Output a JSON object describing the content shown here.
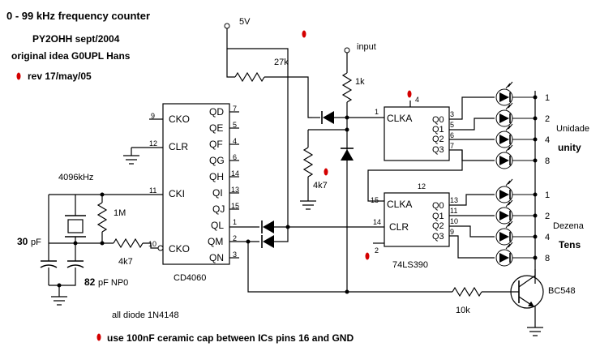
{
  "header": {
    "title": "0 - 99 kHz frequency counter",
    "author": "PY2OHH sept/2004",
    "origin": "original idea G0UPL Hans",
    "revision": "rev 17/may/05"
  },
  "labels": {
    "supply": "5V",
    "input": "input",
    "crystal_freq": "4096kHz",
    "r_27k": "27k",
    "r_1k": "1k",
    "r_4k7_bias": "4k7",
    "r_1m": "1M",
    "r_4k7_osc": "4k7",
    "r_10k": "10k",
    "cap1_value": "30",
    "cap1_unit": "pF",
    "cap2_value": "82",
    "cap2_unit": "pF NP0",
    "transistor": "BC548",
    "diodes_note": "all diode 1N4148",
    "bypass_note": "use 100nF ceramic cap between ICs pins 16 and GND",
    "unidade": "Unidade",
    "unity": "unity",
    "dezena": "Dezena",
    "tens": "Tens"
  },
  "cd4060": {
    "name": "CD4060",
    "left_pins": [
      {
        "label": "CKO",
        "num": "9"
      },
      {
        "label": "CLR",
        "num": "12"
      },
      {
        "label": "CKI",
        "num": "11"
      },
      {
        "label": "CKO",
        "num": "10"
      }
    ],
    "right_pins": [
      {
        "label": "QD",
        "num": "7"
      },
      {
        "label": "QE",
        "num": "5"
      },
      {
        "label": "QF",
        "num": "4"
      },
      {
        "label": "QG",
        "num": "6"
      },
      {
        "label": "QH",
        "num": "14"
      },
      {
        "label": "QI",
        "num": "13"
      },
      {
        "label": "QJ",
        "num": "15"
      },
      {
        "label": "QL",
        "num": "1"
      },
      {
        "label": "QM",
        "num": "2"
      },
      {
        "label": "QN",
        "num": "3"
      }
    ]
  },
  "ls390": {
    "name": "74LS390",
    "upper": {
      "clk": "CLKA",
      "clk_pin": "1",
      "top_pin": "4",
      "outputs": [
        {
          "label": "Q0",
          "num": "3"
        },
        {
          "label": "Q1",
          "num": "5"
        },
        {
          "label": "Q2",
          "num": "6"
        },
        {
          "label": "Q3",
          "num": "7"
        }
      ]
    },
    "lower": {
      "clk": "CLKA",
      "clk_pin": "15",
      "clr": "CLR",
      "clr_pin": "14",
      "top_pin": "12",
      "bottom_pin": "2",
      "outputs": [
        {
          "label": "Q0",
          "num": "13"
        },
        {
          "label": "Q1",
          "num": "11"
        },
        {
          "label": "Q2",
          "num": "10"
        },
        {
          "label": "Q3",
          "num": "9"
        }
      ]
    }
  },
  "led_weights_units": [
    "1",
    "2",
    "4",
    "8"
  ],
  "led_weights_tens": [
    "1",
    "2",
    "4",
    "8"
  ]
}
